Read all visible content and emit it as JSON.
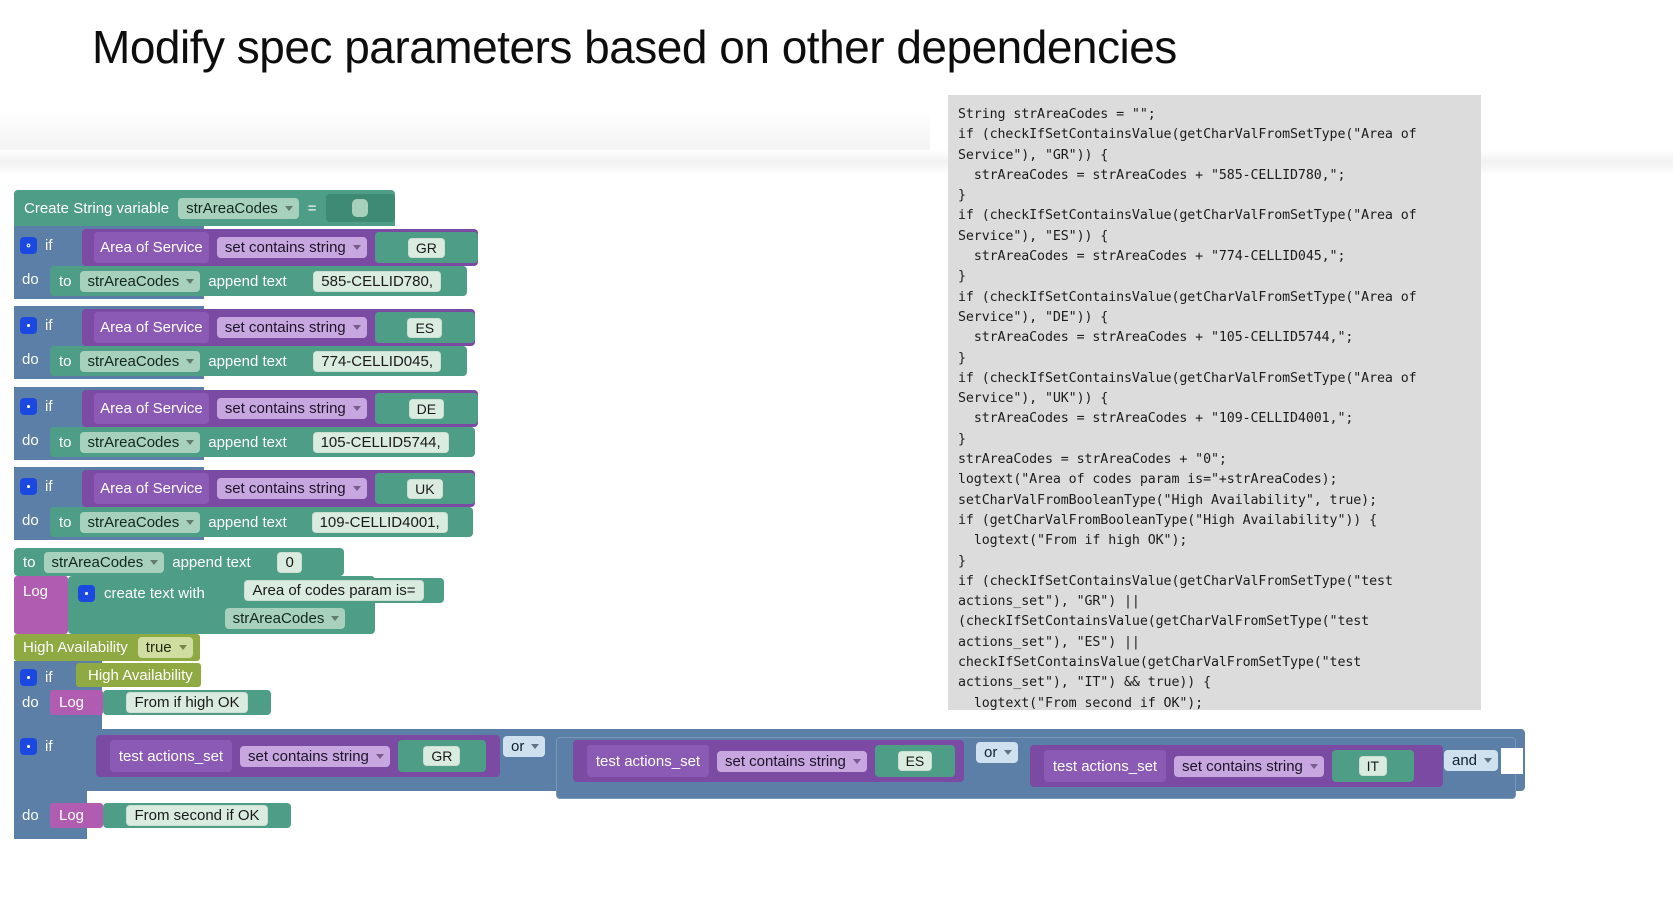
{
  "slide": {
    "title": "Modify spec parameters based on other dependencies"
  },
  "code_panel": {
    "name": "generated-code-panel",
    "language": "java-like",
    "text": "String strAreaCodes = \"\";\nif (checkIfSetContainsValue(getCharValFromSetType(\"Area of Service\"), \"GR\")) {\n  strAreaCodes = strAreaCodes + \"585-CELLID780,\";\n}\nif (checkIfSetContainsValue(getCharValFromSetType(\"Area of Service\"), \"ES\")) {\n  strAreaCodes = strAreaCodes + \"774-CELLID045,\";\n}\nif (checkIfSetContainsValue(getCharValFromSetType(\"Area of Service\"), \"DE\")) {\n  strAreaCodes = strAreaCodes + \"105-CELLID5744,\";\n}\nif (checkIfSetContainsValue(getCharValFromSetType(\"Area of Service\"), \"UK\")) {\n  strAreaCodes = strAreaCodes + \"109-CELLID4001,\";\n}\nstrAreaCodes = strAreaCodes + \"0\";\nlogtext(\"Area of codes param is=\"+strAreaCodes);\nsetCharValFromBooleanType(\"High Availability\", true);\nif (getCharValFromBooleanType(\"High Availability\")) {\n  logtext(\"From if high OK\");\n}\nif (checkIfSetContainsValue(getCharValFromSetType(\"test actions_set\"), \"GR\") ||\n(checkIfSetContainsValue(getCharValFromSetType(\"test actions_set\"), \"ES\") || checkIfSetContainsValue(getCharValFromSetType(\"test actions_set\"), \"IT\") && true)) {\n  logtext(\"From second if OK\");\n}"
  },
  "workspace": {
    "create_variable_block": {
      "label": "Create String variable",
      "variable": "strAreaCodes",
      "equals": "=",
      "value": ""
    },
    "if_blocks": [
      {
        "if_label": "if",
        "do_label": "do",
        "condition": {
          "set_name": "Area of Service",
          "operator": "set contains string",
          "value": "GR"
        },
        "action": {
          "to_label": "to",
          "variable": "strAreaCodes",
          "append_label": "append text",
          "text": "585-CELLID780,"
        }
      },
      {
        "if_label": "if",
        "do_label": "do",
        "condition": {
          "set_name": "Area of Service",
          "operator": "set contains string",
          "value": "ES"
        },
        "action": {
          "to_label": "to",
          "variable": "strAreaCodes",
          "append_label": "append text",
          "text": "774-CELLID045,"
        }
      },
      {
        "if_label": "if",
        "do_label": "do",
        "condition": {
          "set_name": "Area of Service",
          "operator": "set contains string",
          "value": "DE"
        },
        "action": {
          "to_label": "to",
          "variable": "strAreaCodes",
          "append_label": "append text",
          "text": "105-CELLID5744,"
        }
      },
      {
        "if_label": "if",
        "do_label": "do",
        "condition": {
          "set_name": "Area of Service",
          "operator": "set contains string",
          "value": "UK"
        },
        "action": {
          "to_label": "to",
          "variable": "strAreaCodes",
          "append_label": "append text",
          "text": "109-CELLID4001,"
        }
      }
    ],
    "append_zero_block": {
      "to_label": "to",
      "variable": "strAreaCodes",
      "append_label": "append text",
      "text": "0"
    },
    "log_create_text_block": {
      "log_label": "Log",
      "create_text_label": "create text with",
      "text_item": "Area of codes param is=",
      "variable_item": "strAreaCodes"
    },
    "high_availability_set_block": {
      "label": "High Availability",
      "value": "true"
    },
    "if_high_availability_block": {
      "if_label": "if",
      "do_label": "do",
      "condition": "High Availability",
      "log_label": "Log",
      "log_text": "From if high OK"
    },
    "if_second_block": {
      "if_label": "if",
      "do_label": "do",
      "conditions": [
        {
          "set_name": "test actions_set",
          "operator": "set contains string",
          "value": "GR"
        },
        {
          "set_name": "test actions_set",
          "operator": "set contains string",
          "value": "ES"
        },
        {
          "set_name": "test actions_set",
          "operator": "set contains string",
          "value": "IT"
        }
      ],
      "joiners": [
        "or",
        "or",
        "and"
      ],
      "log_label": "Log",
      "log_text": "From second if OK"
    }
  },
  "colors": {
    "variable_teal": "#4e9e87",
    "control_blue": "#5b7fa6",
    "logic_purple": "#7b4ba3",
    "log_magenta": "#b05cb0",
    "boolean_olive": "#8faa42",
    "code_panel_bg": "#dcdcdc"
  }
}
